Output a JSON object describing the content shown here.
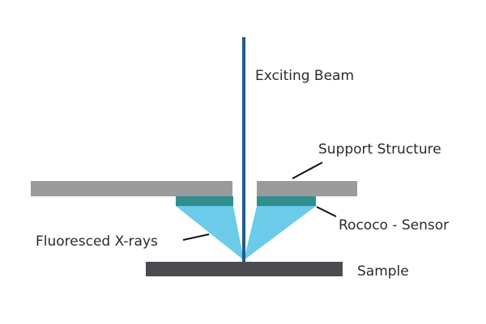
{
  "labels": {
    "exciting_beam": "Exciting Beam",
    "support_structure": "Support Structure",
    "rococo_sensor": "Rococo - Sensor",
    "fluoresced_xrays": "Fluoresced X-rays",
    "sample": "Sample"
  },
  "colors": {
    "beam": "#1f5b8c",
    "support": "#9a9b9d",
    "sensor": "#2f8f8f",
    "xray_cone": "#6ccbe8",
    "sample": "#4a4c4f",
    "leader_line": "#111111",
    "text": "#2b2b2b"
  }
}
